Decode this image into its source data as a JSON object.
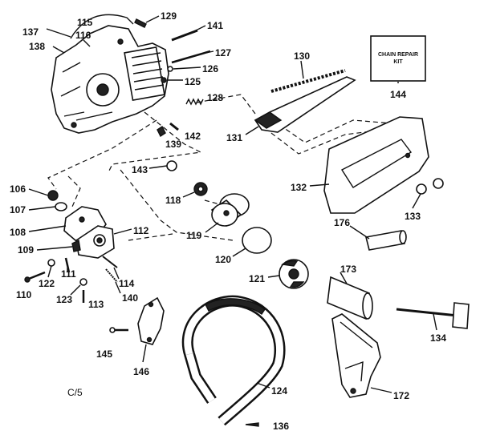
{
  "labels": {
    "n137": "137",
    "n115": "115",
    "n116": "116",
    "n138": "138",
    "n129": "129",
    "n141": "141",
    "n127": "127",
    "n126": "126",
    "n125": "125",
    "n128": "128",
    "n130": "130",
    "n131": "131",
    "n132": "132",
    "n133": "133",
    "n144": "144",
    "n139": "139",
    "n142": "142",
    "n143": "143",
    "n118": "118",
    "n119": "119",
    "n120": "120",
    "n121": "121",
    "n106": "106",
    "n107": "107",
    "n108": "108",
    "n109": "109",
    "n112": "112",
    "n110": "110",
    "n122": "122",
    "n111": "111",
    "n123": "123",
    "n113": "113",
    "n114": "114",
    "n140": "140",
    "n145": "145",
    "n146": "146",
    "n124": "124",
    "n136": "136",
    "n173": "173",
    "n176": "176",
    "n134": "134",
    "n172": "172"
  },
  "kit": {
    "line1": "CHAIN REPAIR",
    "line2": "KIT"
  },
  "footer": "C/5"
}
